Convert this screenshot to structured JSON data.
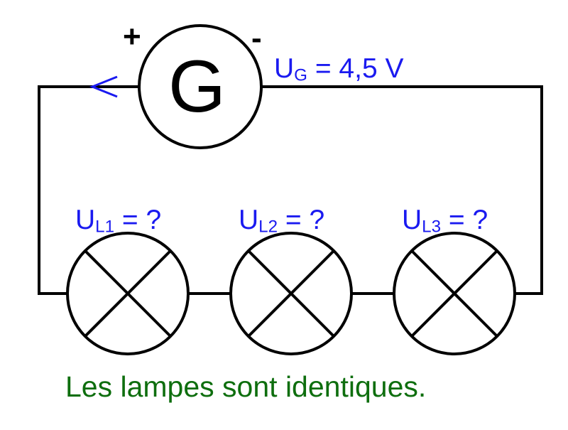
{
  "generator": {
    "letter": "G",
    "plus": "+",
    "minus": "-"
  },
  "generator_label": {
    "symbol": "U",
    "sub": "G",
    "rest": " = 4,5 V"
  },
  "lamps": [
    {
      "symbol": "U",
      "sub": "L1",
      "rest": " = ?"
    },
    {
      "symbol": "U",
      "sub": "L2",
      "rest": " = ?"
    },
    {
      "symbol": "U",
      "sub": "L3",
      "rest": " = ?"
    }
  ],
  "caption": "Les lampes sont identiques.",
  "colors": {
    "wire": "#000000",
    "label": "#1a1af0",
    "caption": "#0e6e0e",
    "arrow": "#1a1af0"
  }
}
